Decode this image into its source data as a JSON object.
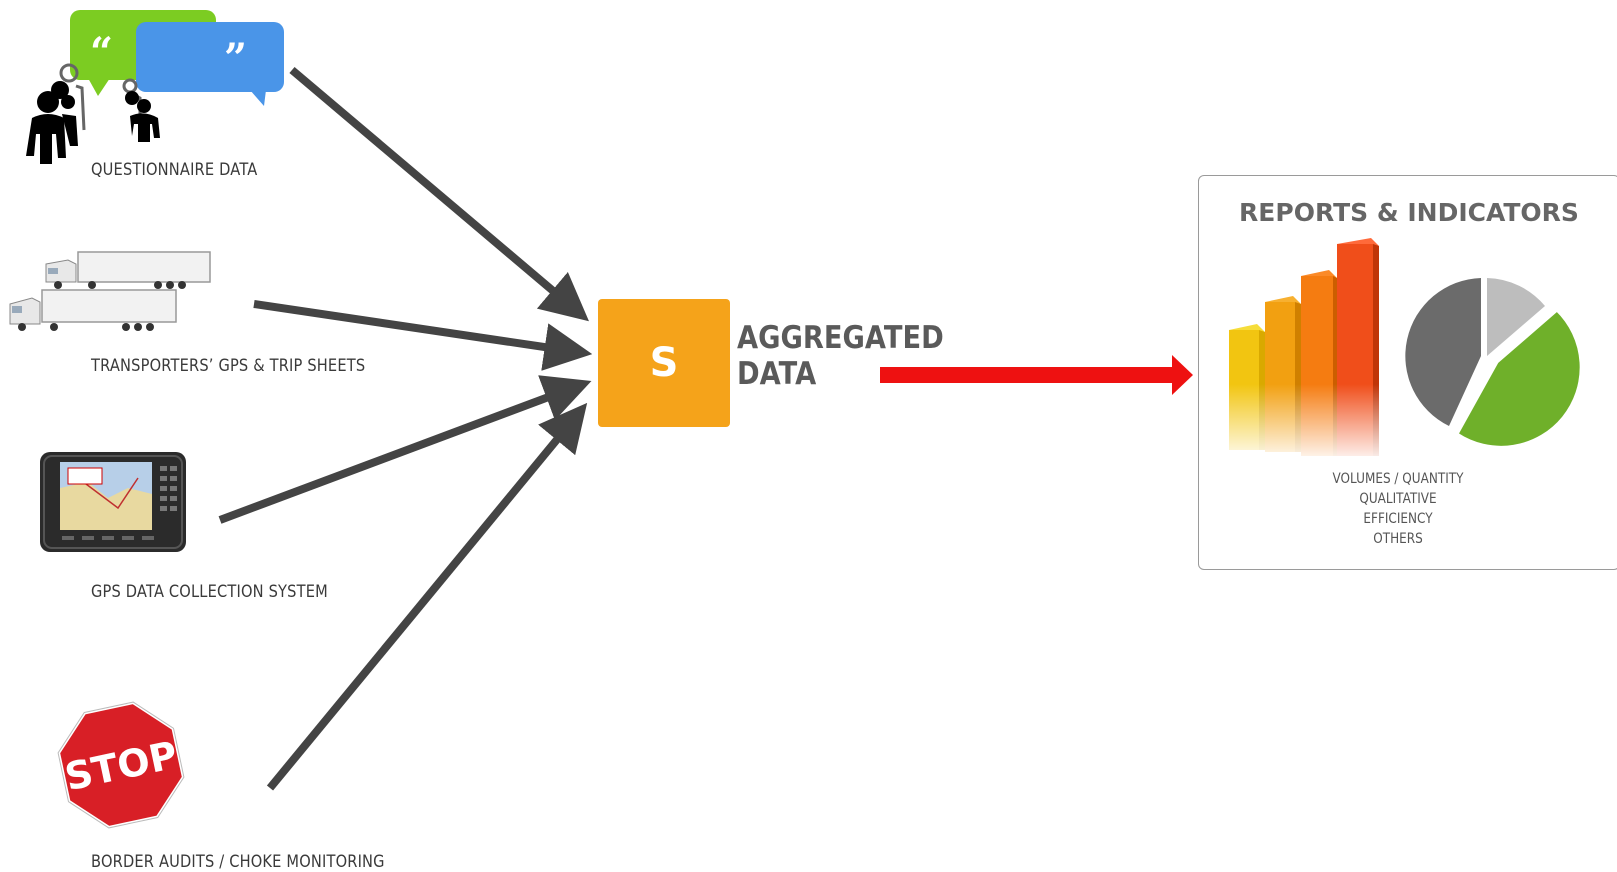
{
  "sources": [
    {
      "label": "QUESTIONNAIRE DATA",
      "icon": "people-speech-bubbles-icon"
    },
    {
      "label": "TRANSPORTERS’ GPS & TRIP SHEETS",
      "icon": "trucks-icon"
    },
    {
      "label": "GPS DATA COLLECTION SYSTEM",
      "icon": "gps-device-icon"
    },
    {
      "label": "BORDER AUDITS / CHOKE MONITORING",
      "icon": "stop-sign-icon"
    }
  ],
  "hub": {
    "letter": "S",
    "color": "#f5a31a"
  },
  "aggregated": {
    "line1": "AGGREGATED",
    "line2": "DATA"
  },
  "report": {
    "title": "REPORTS & INDICATORS",
    "items": [
      "VOLUMES / QUANTITY",
      "QUALITATIVE",
      "EFFICIENCY",
      "OTHERS"
    ]
  },
  "bubble_quotes": {
    "open": "“",
    "close": "”"
  },
  "stop_text": "STOP",
  "colors": {
    "arrow": "#444444",
    "output_arrow": "#ee1111",
    "hub": "#f5a31a"
  }
}
